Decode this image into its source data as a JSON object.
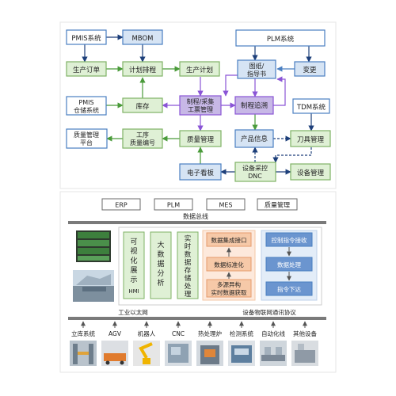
{
  "colors": {
    "green_fill": "#dff0d5",
    "green_border": "#7fb265",
    "blue_border": "#4a7fc1",
    "blue_fill": "#d6e4f4",
    "purple_fill": "#c7b8e6",
    "purple_line": "#8a55d6",
    "orange_fill": "#f6c9a8",
    "orange_border": "#e59a6b",
    "navy_line": "#1d3f7a",
    "green_line": "#4a9b3a",
    "bus_gray": "#7a7a7a"
  },
  "top_diagram": {
    "pmis": "PMIS系统",
    "mbom": "MBOM",
    "plm": "PLM系统",
    "order": "生产订单",
    "schedule": "计划排程",
    "plan": "生产计划",
    "drawing": [
      "图纸/",
      "指导书"
    ],
    "change": "变更",
    "warehouse_sys": [
      "PMIS",
      "仓储系统"
    ],
    "stock": "库存",
    "process_collect": [
      "制程/采集",
      "工票管理"
    ],
    "trace": "制程追溯",
    "tdm": "TDM系统",
    "qms_platform": [
      "质量管理",
      "平台"
    ],
    "process_code": [
      "工序",
      "质量编号"
    ],
    "quality": "质量管理",
    "product_info": "产品信息",
    "tool_mgmt": "刀具管理",
    "kanban": "电子看板",
    "dnc": [
      "设备采控",
      "DNC"
    ],
    "device_mgmt": "设备管理"
  },
  "bottom_diagram": {
    "top_systems": [
      "ERP",
      "PLM",
      "MES",
      "质量管理"
    ],
    "data_bus": "数据总线",
    "viz_label": [
      "可",
      "视",
      "化",
      "展",
      "示",
      "HMI"
    ],
    "bigdata": [
      "大",
      "数",
      "据",
      "分",
      "析"
    ],
    "storage": [
      "实",
      "时",
      "数",
      "据",
      "存",
      "储",
      "处",
      "理"
    ],
    "orange_boxes": [
      "数据集成接口",
      "数据标准化",
      "多源异构",
      "实时数据获取"
    ],
    "blue_boxes": [
      "控制指令接收",
      "数据处理",
      "指令下达"
    ],
    "industrial_ethernet": "工业以太网",
    "iot_protocol": "设备物联网通讯协议",
    "devices": [
      "立库系统",
      "AGV",
      "机器人",
      "CNC",
      "热处理炉",
      "检测系统",
      "自动化线",
      "其他设备"
    ]
  }
}
